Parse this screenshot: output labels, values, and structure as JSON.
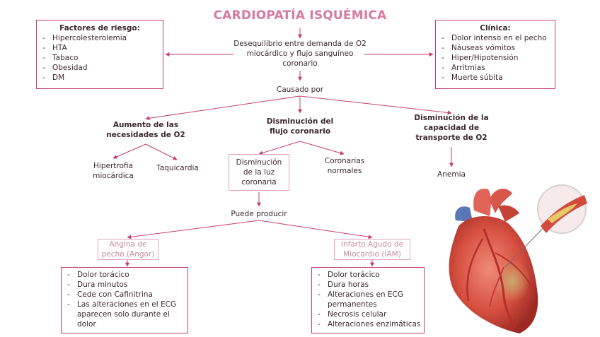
{
  "title": "CARDIOPATÍA ISQUÉMICA",
  "risk_factors": {
    "heading": "Factores de riesgo:",
    "items": [
      "Hipercolesterolemia",
      "HTA",
      "Tabaco",
      "Obesidad",
      "DM"
    ]
  },
  "central": {
    "line1": "Desequilibrio entre demanda de O2",
    "line2": "miocárdico y flujo sanguíneo",
    "line3": "coronario"
  },
  "clinical": {
    "heading": "Clínica:",
    "items": [
      "Dolor intenso en el pecho",
      "Náuseas vómitos",
      "Hiper/Hipotensión",
      "Arritmias",
      "Muerte súbita"
    ]
  },
  "caused_by": "Causado por",
  "branches": {
    "increase": {
      "line1": "Aumento de las",
      "line2": "necesidades de O2"
    },
    "decrease_flow": {
      "line1": "Disminución del",
      "line2": "flujo coronario"
    },
    "decrease_capacity": {
      "line1": "Disminución de la",
      "line2": "capacidad de",
      "line3": "transporte de O2"
    }
  },
  "increase_children": {
    "hypertrophy": {
      "line1": "Hipertrofia",
      "line2": "miocárdica"
    },
    "tachycardia": "Taquicardia"
  },
  "flow_children": {
    "lumen": {
      "line1": "Disminución",
      "line2": "de la luz",
      "line3": "coronaria"
    },
    "normal": {
      "line1": "Coronarias",
      "line2": "normales"
    }
  },
  "anemia": "Anemia",
  "may_produce": "Puede producir",
  "angina": {
    "line1": "Angina de",
    "line2": "pecho (Angor)",
    "items": [
      "Dolor torácico",
      "Dura minutos",
      "Cede con Cafinitrina",
      "Las alteraciones en el ECG aparecen solo durante el dolor"
    ]
  },
  "iam": {
    "line1": "Infarto Agudo de",
    "line2": "Miocardio (IAM)",
    "items": [
      "Dolor torácico",
      "Dura horas",
      "Alteraciones en ECG permanentes",
      "Necrosis celular",
      "Alteraciones enzimáticas"
    ]
  },
  "colors": {
    "accent": "#c43e72",
    "title": "#d57aa0",
    "light_border": "#e2a2bd"
  }
}
